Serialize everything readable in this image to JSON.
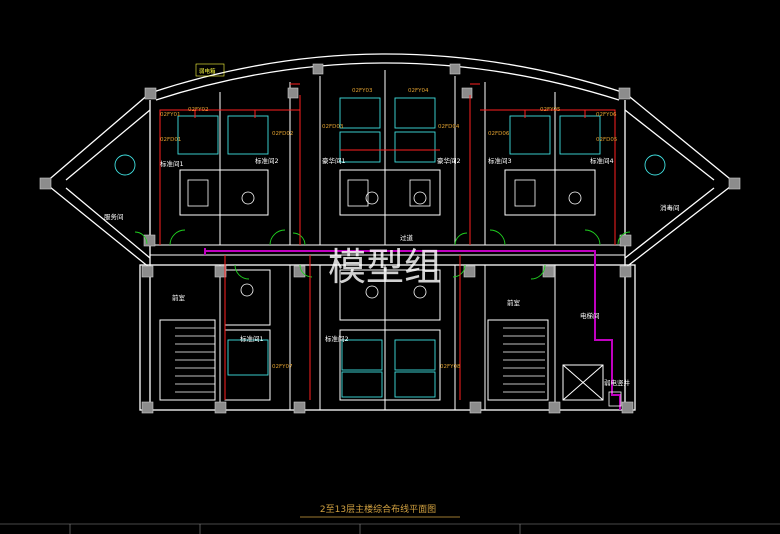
{
  "watermark": "模型组",
  "drawing_title": "2至13层主楼综合布线平面图",
  "rooms": {
    "std1": "标准间1",
    "std2": "标准间2",
    "std3": "标准间3",
    "std4": "标准间4",
    "luxury1": "豪华间1",
    "luxury2": "豪华间2",
    "corridor": "过道",
    "stair_left": "前室",
    "stair_right": "前室",
    "elevator_room": "电梯间",
    "service_left": "服务间",
    "service_right": "消毒间",
    "shaft": "弱电竖井",
    "std1_b": "标准间1",
    "std2_b": "标准间2"
  },
  "legend_note": "弱电箱",
  "outlet_tags": [
    "02FY01",
    "02FY02",
    "02FD01",
    "02FD02",
    "02FY03",
    "02FY04",
    "02FD03",
    "02FD04",
    "02FY05",
    "02FY06",
    "02FD05",
    "02FD06",
    "02FY07",
    "02FY08"
  ],
  "colors": {
    "background": "#000000",
    "wall": "#ffffff",
    "column": "#8c8c8c",
    "cable_tray": "#c000c0",
    "wiring": "#ff2020",
    "label": "#e0a030",
    "furniture": "#40e0e0",
    "door": "#20d020"
  }
}
